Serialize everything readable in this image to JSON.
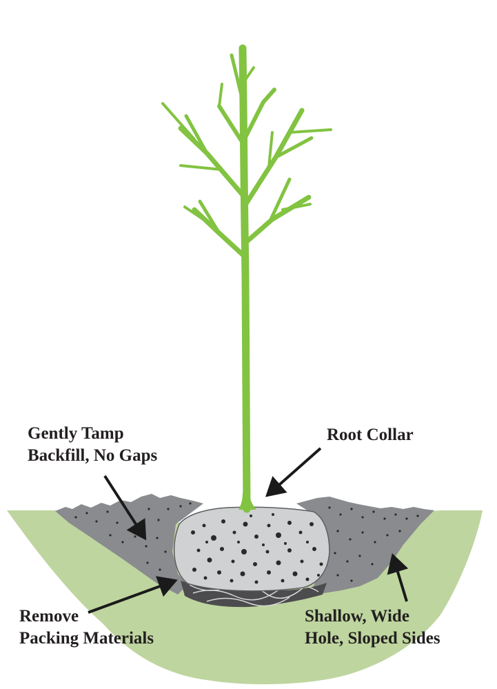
{
  "labels": {
    "tamp": {
      "line1": "Gently Tamp",
      "line2": "Backfill, No Gaps"
    },
    "root_collar": {
      "text": "Root Collar"
    },
    "remove": {
      "line1": "Remove",
      "line2": "Packing Materials"
    },
    "shallow": {
      "line1": "Shallow, Wide",
      "line2": "Hole, Sloped Sides"
    }
  },
  "colors": {
    "seedling_green": "#82c341",
    "ground_green": "#bed59f",
    "backfill_gray": "#898b8e",
    "rootball_gray": "#cfd1d2",
    "dots": "#2b2a2b",
    "arrow": "#1a1a1a"
  }
}
